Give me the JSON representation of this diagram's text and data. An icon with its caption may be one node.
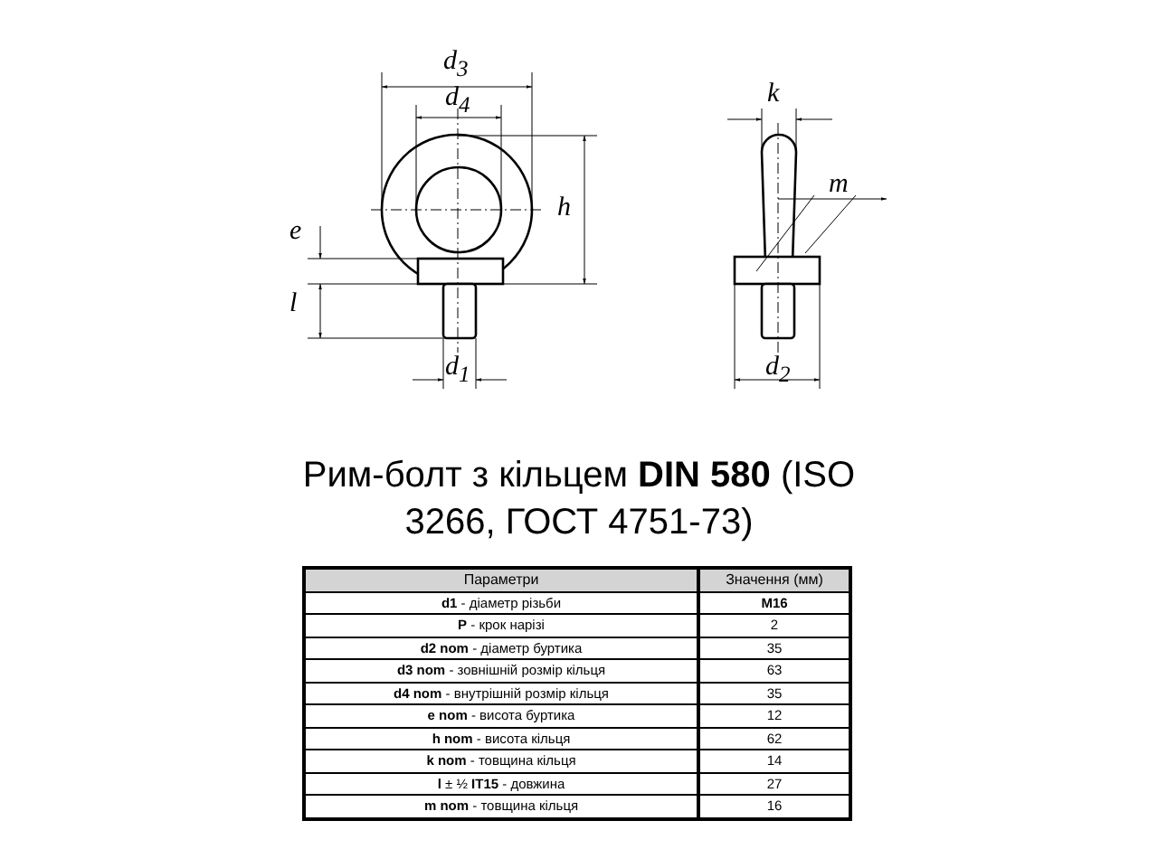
{
  "diagram": {
    "title": "Рим-болт з кільцем **DIN 580** (ISO 3266, ГОСТ 4751-73)",
    "labels": [
      "d$_{3}$",
      "k",
      "d$_{4}$",
      "m",
      "h",
      "e",
      "l",
      "d$_{1}$",
      "d$_{2}$",
      "Параметри",
      "Значення (мм)",
      "**d1** - діаметр різьби",
      "M16",
      "**P** - крок нарізі",
      "2",
      "**d2 nom** - діаметр буртика",
      "35",
      "**d3 nom** - зовнішній розмір кільця",
      "63",
      "**d4 nom** - внутрішній розмір кільця",
      "35",
      "**e nom** - висота буртика",
      "12",
      "**h nom** - висота кільця",
      "62",
      "**k nom** - товщина кільця",
      "14",
      "**l** ± ½ **IT15** - довжина",
      "27",
      "**m nom** - товщина кільця",
      "16"
    ]
  }
}
